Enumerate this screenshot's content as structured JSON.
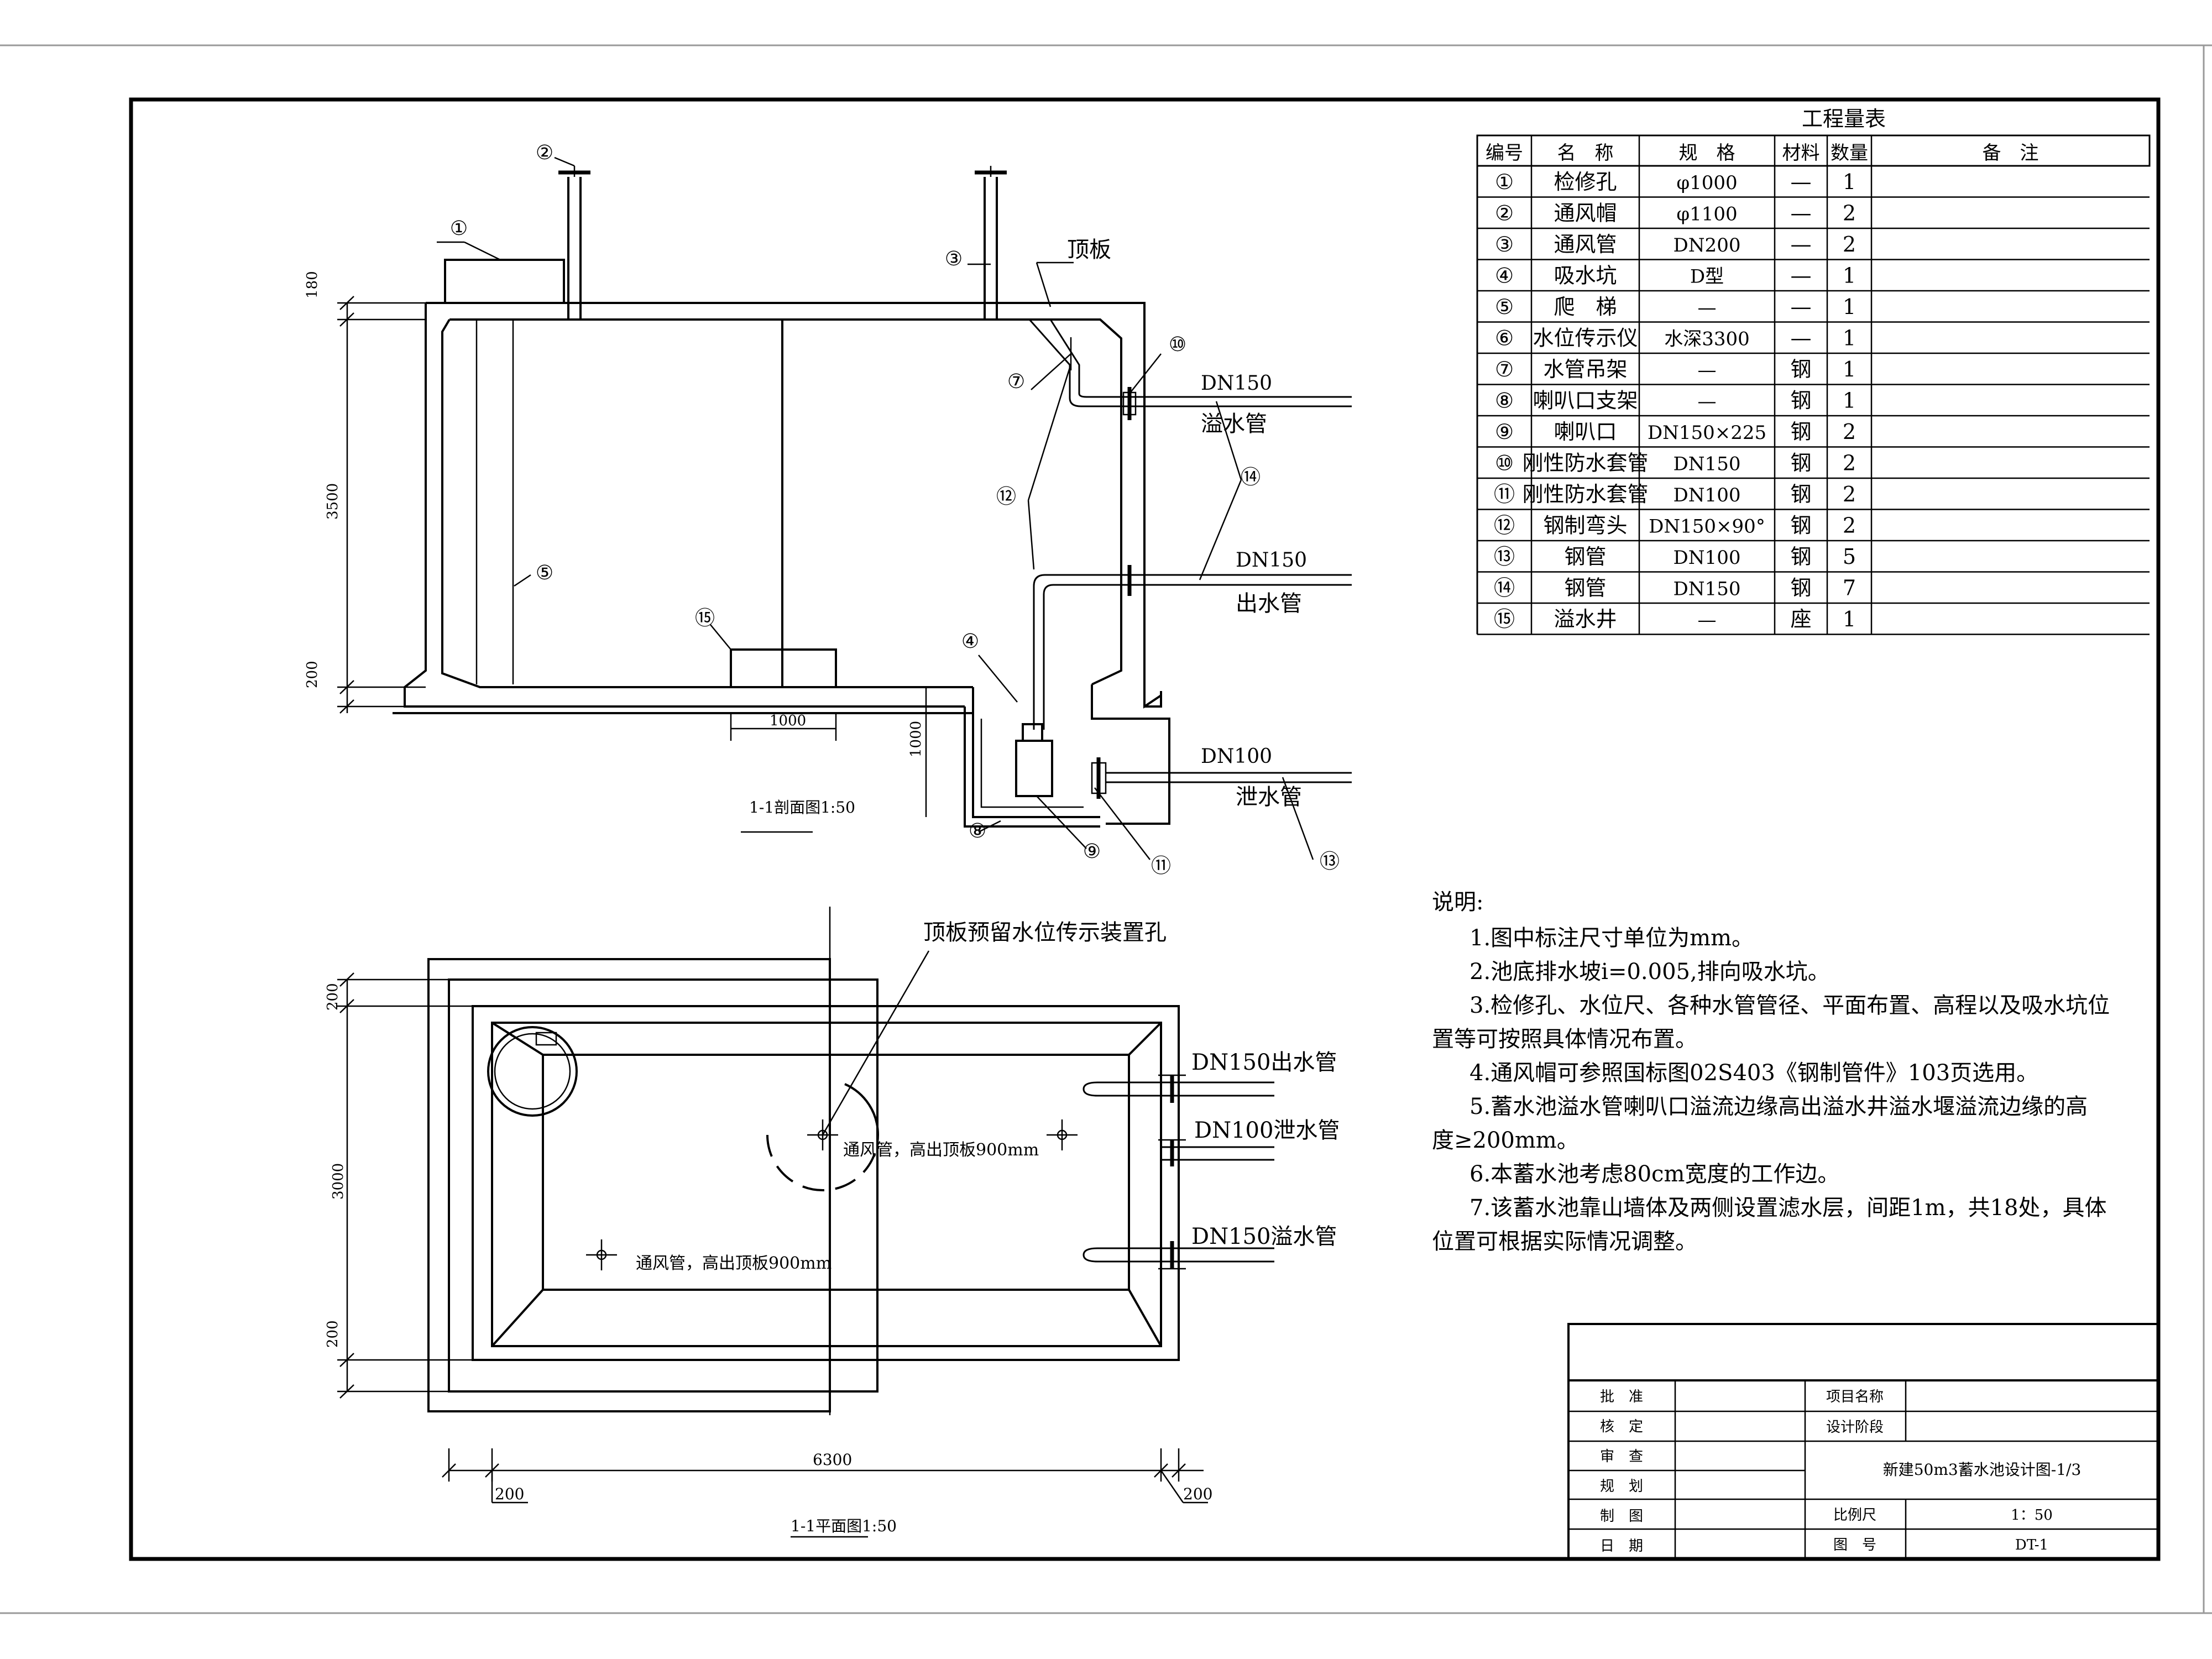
{
  "table": {
    "title": "工程量表",
    "headers": [
      "编号",
      "名　称",
      "规　格",
      "材料",
      "数量",
      "备　注"
    ],
    "rows": [
      [
        "①",
        "检修孔",
        "φ1000",
        "—",
        "1",
        ""
      ],
      [
        "②",
        "通风帽",
        "φ1100",
        "—",
        "2",
        ""
      ],
      [
        "③",
        "通风管",
        "DN200",
        "—",
        "2",
        ""
      ],
      [
        "④",
        "吸水坑",
        "D型",
        "—",
        "1",
        ""
      ],
      [
        "⑤",
        "爬　梯",
        "—",
        "—",
        "1",
        ""
      ],
      [
        "⑥",
        "水位传示仪",
        "水深3300",
        "—",
        "1",
        ""
      ],
      [
        "⑦",
        "水管吊架",
        "—",
        "钢",
        "1",
        ""
      ],
      [
        "⑧",
        "喇叭口支架",
        "—",
        "钢",
        "1",
        ""
      ],
      [
        "⑨",
        "喇叭口",
        "DN150×225",
        "钢",
        "2",
        ""
      ],
      [
        "⑩",
        "刚性防水套管",
        "DN150",
        "钢",
        "2",
        ""
      ],
      [
        "⑪",
        "刚性防水套管",
        "DN100",
        "钢",
        "2",
        ""
      ],
      [
        "⑫",
        "钢制弯头",
        "DN150×90°",
        "钢",
        "2",
        ""
      ],
      [
        "⑬",
        "钢管",
        "DN100",
        "钢",
        "5",
        ""
      ],
      [
        "⑭",
        "钢管",
        "DN150",
        "钢",
        "7",
        ""
      ],
      [
        "⑮",
        "溢水井",
        "—",
        "座",
        "1",
        ""
      ]
    ]
  },
  "notes": {
    "heading": "说明:",
    "lines": [
      "1.图中标注尺寸单位为mm。",
      "2.池底排水坡i=0.005,排向吸水坑。",
      "3.检修孔、水位尺、各种水管管径、平面布置、高程以及吸水坑位",
      "置等可按照具体情况布置。",
      "4.通风帽可参照国标图02S403《钢制管件》103页选用。",
      "5.蓄水池溢水管喇叭口溢流边缘高出溢水井溢水堰溢流边缘的高",
      "度≥200mm。",
      "6.本蓄水池考虑80cm宽度的工作边。",
      "7.该蓄水池靠山墙体及两侧设置滤水层，间距1m，共18处，具体",
      "位置可根据实际情况调整。"
    ]
  },
  "section": {
    "title": "1-1剖面图1:50",
    "roof_label": "顶板",
    "dims": {
      "top": "180",
      "height": "3500",
      "bottom": "200",
      "pit_width": "1000",
      "pit_depth": "1000"
    },
    "pipes": {
      "overflow_size": "DN150",
      "overflow_name": "溢水管",
      "outlet_size": "DN150",
      "outlet_name": "出水管",
      "drain_size": "DN100",
      "drain_name": "泄水管"
    },
    "callouts": [
      "①",
      "②",
      "③",
      "④",
      "⑤",
      "⑦",
      "⑧",
      "⑨",
      "⑩",
      "⑪",
      "⑫",
      "⑬",
      "⑭",
      "⑮"
    ]
  },
  "plan": {
    "title": "1-1平面图1:50",
    "hole_label": "顶板预留水位传示装置孔",
    "vent1": "通风管，高出顶板900mm",
    "vent2": "通风管，高出顶板900mm",
    "pipe1": "DN150出水管",
    "pipe2": "DN100泄水管",
    "pipe3": "DN150溢水管",
    "dims": {
      "top": "200",
      "height": "3000",
      "bottom": "200",
      "width": "6300",
      "left": "200",
      "right": "200"
    }
  },
  "titleblock": {
    "labels": [
      "批　准",
      "核　定",
      "审　查",
      "规　划",
      "制　图",
      "日　期"
    ],
    "project_label": "项目名称",
    "stage_label": "设计阶段",
    "drawing_title": "新建50m3蓄水池设计图-1/3",
    "scale_label": "比例尺",
    "scale_value": "1：50",
    "number_label": "图　号",
    "number_value": "DT-1"
  }
}
